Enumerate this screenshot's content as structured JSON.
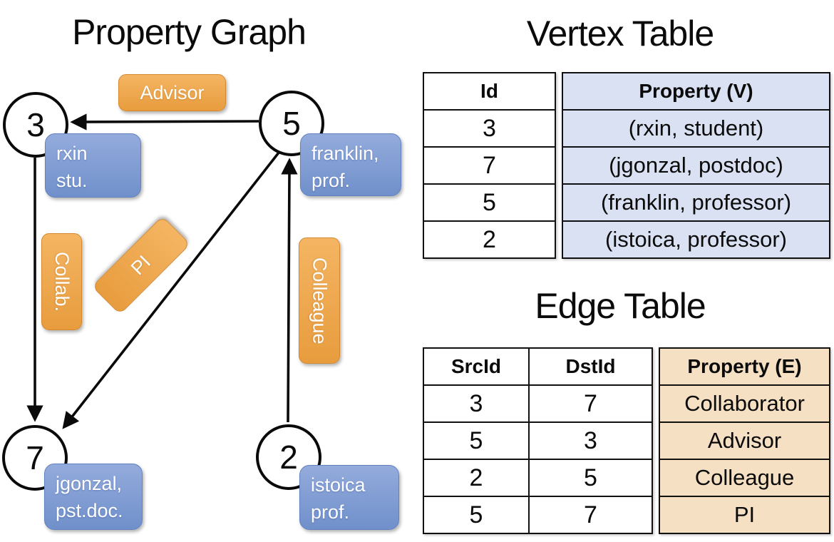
{
  "titles": {
    "graph": "Property Graph",
    "vertex": "Vertex Table",
    "edge": "Edge Table"
  },
  "graph": {
    "nodes": [
      {
        "id": "3",
        "prop1": "rxin",
        "prop2": "stu."
      },
      {
        "id": "5",
        "prop1": "franklin,",
        "prop2": "prof."
      },
      {
        "id": "7",
        "prop1": "jgonzal,",
        "prop2": "pst.doc."
      },
      {
        "id": "2",
        "prop1": "istoica",
        "prop2": "prof."
      }
    ],
    "edge_labels": {
      "advisor": "Advisor",
      "collab": "Collab.",
      "pi": "PI",
      "colleague": "Colleague"
    }
  },
  "vertex_table": {
    "header_id": "Id",
    "header_property": "Property (V)",
    "rows": [
      {
        "id": "3",
        "property": "(rxin, student)"
      },
      {
        "id": "7",
        "property": "(jgonzal, postdoc)"
      },
      {
        "id": "5",
        "property": "(franklin, professor)"
      },
      {
        "id": "2",
        "property": "(istoica, professor)"
      }
    ]
  },
  "edge_table": {
    "header_src": "SrcId",
    "header_dst": "DstId",
    "header_property": "Property (E)",
    "rows": [
      {
        "src": "3",
        "dst": "7",
        "property": "Collaborator"
      },
      {
        "src": "5",
        "dst": "3",
        "property": "Advisor"
      },
      {
        "src": "2",
        "dst": "5",
        "property": "Colleague"
      },
      {
        "src": "5",
        "dst": "7",
        "property": "PI"
      }
    ]
  },
  "colors": {
    "edge_label_orange_top": "#F4B562",
    "edge_label_orange_bottom": "#E89C3E",
    "vertex_label_blue_top": "#94ABDC",
    "vertex_label_blue_bottom": "#7090CB",
    "vertex_cell_fill": "#D9E1F2",
    "edge_cell_fill": "#F6E0C4",
    "line_color": "#000000"
  }
}
